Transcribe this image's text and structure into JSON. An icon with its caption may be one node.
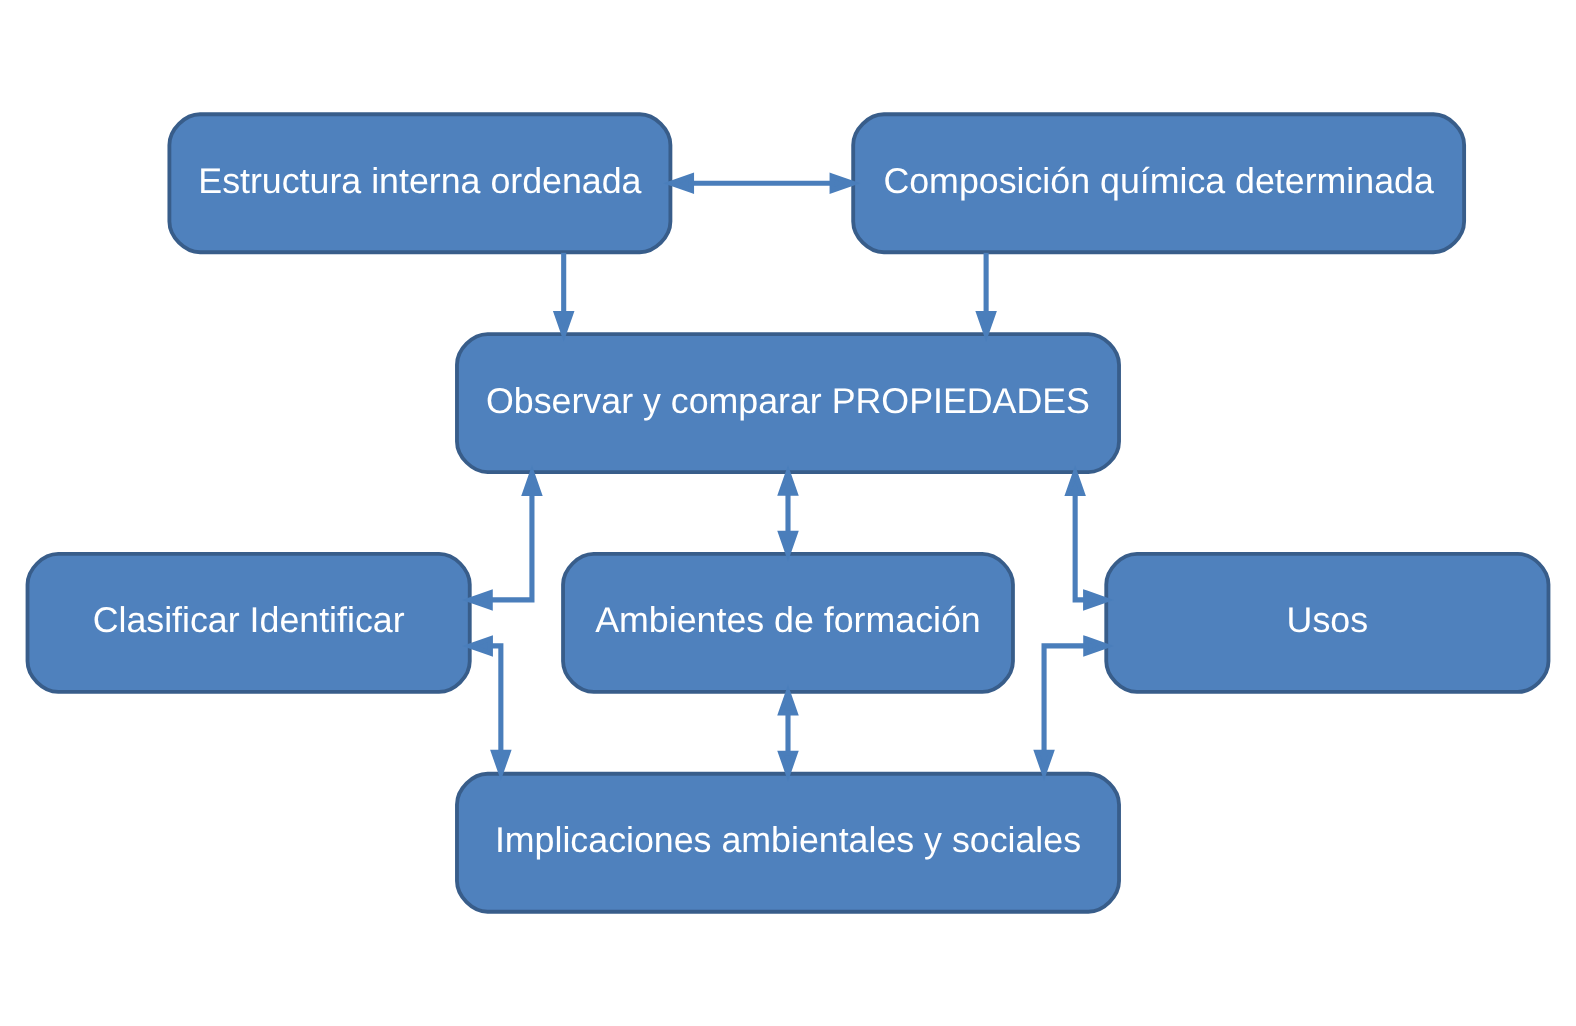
{
  "diagram": {
    "nodes": [
      {
        "text": [
          "Estructura interna ordenada"
        ]
      },
      {
        "text": [
          "Composición química determinada"
        ]
      },
      {
        "text": [
          "Observar y comparar PROPIEDADES"
        ]
      },
      {
        "text": [
          "Clasificar Identificar"
        ]
      },
      {
        "text": [
          "Ambientes de formación"
        ]
      },
      {
        "text": [
          "Usos"
        ]
      },
      {
        "text": [
          "Implicaciones ambientales y sociales"
        ]
      }
    ],
    "edges": [
      {
        "from": 0,
        "to": 1,
        "arrow": "both"
      },
      {
        "from": 0,
        "to": 2,
        "arrow": "to"
      },
      {
        "from": 1,
        "to": 2,
        "arrow": "to"
      },
      {
        "from": 2,
        "to": 3,
        "arrow": "both"
      },
      {
        "from": 2,
        "to": 4,
        "arrow": "both"
      },
      {
        "from": 2,
        "to": 5,
        "arrow": "both"
      },
      {
        "from": 3,
        "to": 6,
        "arrow": "both"
      },
      {
        "from": 4,
        "to": 6,
        "arrow": "both"
      },
      {
        "from": 5,
        "to": 6,
        "arrow": "both"
      }
    ]
  }
}
